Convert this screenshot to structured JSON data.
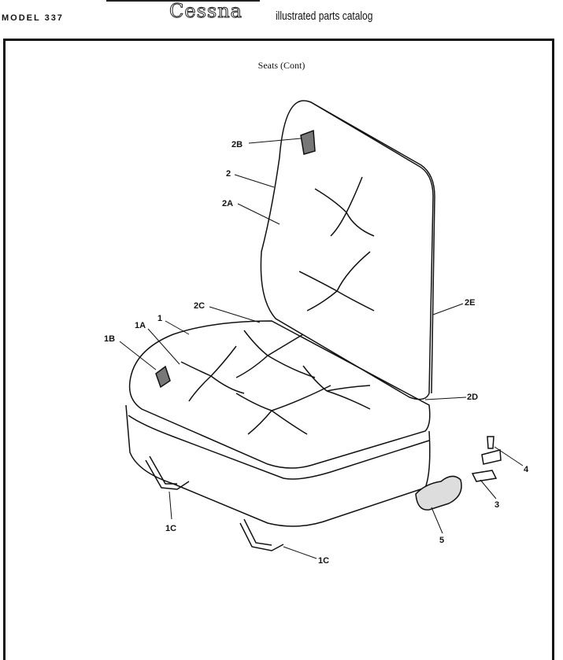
{
  "header": {
    "model": "MODEL 337",
    "brand": "Cessna",
    "catalog_title": "illustrated parts catalog"
  },
  "figure": {
    "title": "Seats (Cont)",
    "callouts": [
      "2B",
      "2",
      "2A",
      "2C",
      "1",
      "1A",
      "1B",
      "2E",
      "2D",
      "4",
      "3",
      "5",
      "1C",
      "1C"
    ]
  }
}
